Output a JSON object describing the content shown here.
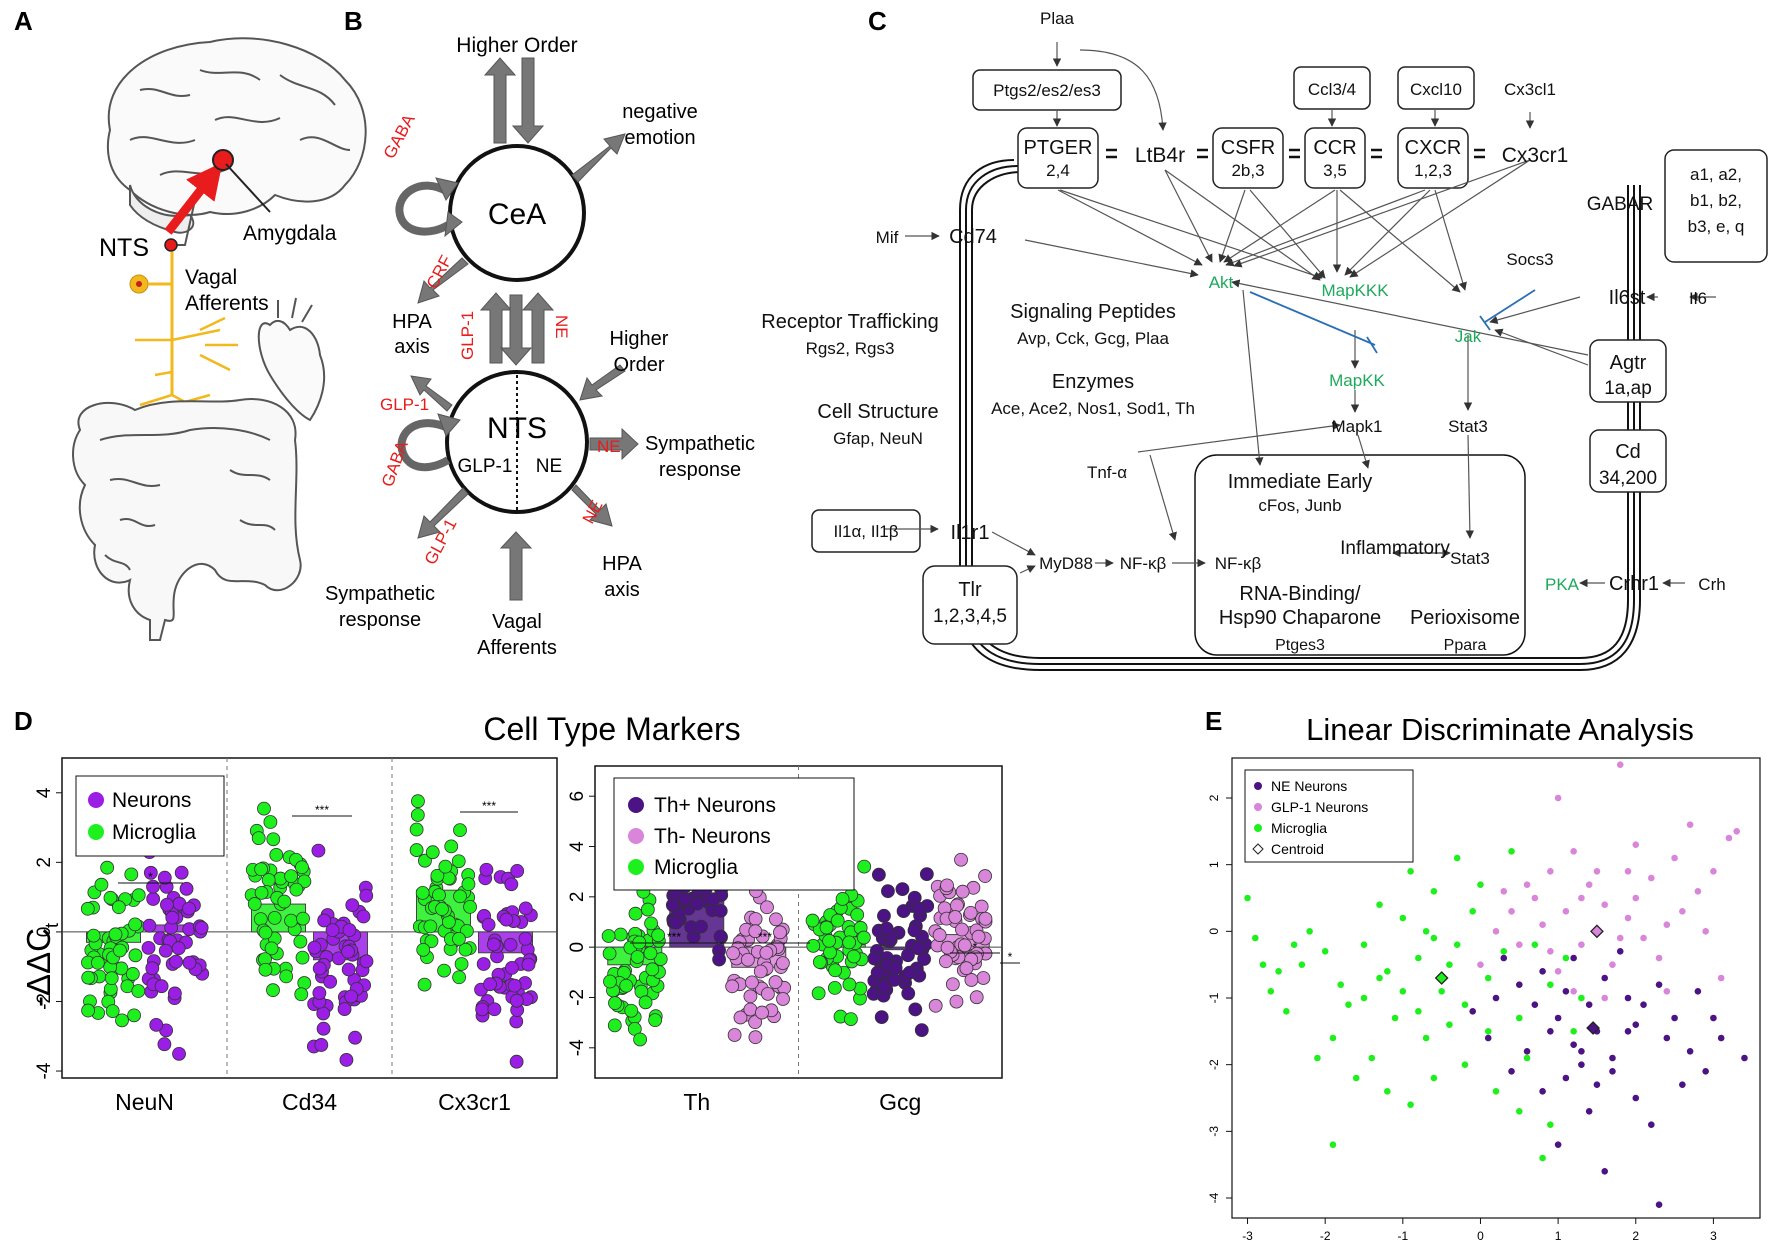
{
  "panels": {
    "a": {
      "letter": "A",
      "labels": {
        "nts": "NTS",
        "amygdala": "Amygdala",
        "vagal_line1": "Vagal",
        "vagal_line2": "Afferents"
      }
    },
    "b": {
      "letter": "B",
      "cea": "CeA",
      "nts": "NTS",
      "glp1": "GLP-1",
      "ne": "NE",
      "higher_order_top": "Higher Order",
      "negative_emotion_l1": "negative",
      "negative_emotion_l2": "emotion",
      "hpa_left_l1": "HPA",
      "hpa_left_l2": "axis",
      "higher_order_right_l1": "Higher",
      "higher_order_right_l2": "Order",
      "symp_right_l1": "Sympathetic",
      "symp_right_l2": "response",
      "hpa_right_l1": "HPA",
      "hpa_right_l2": "axis",
      "vagal_l1": "Vagal",
      "vagal_l2": "Afferents",
      "symp_left_l1": "Sympathetic",
      "symp_left_l2": "response",
      "red": {
        "gaba": "GABA",
        "crf": "CRF",
        "glp1": "GLP-1",
        "ne": "NE"
      }
    },
    "c": {
      "letter": "C",
      "plaa": "Plaa",
      "ptgs": "Ptgs2/es2/es3",
      "ccl": "Ccl3/4",
      "cxcl10": "Cxcl10",
      "cx3cl1": "Cx3cl1",
      "ptger": [
        "PTGER",
        "2,4"
      ],
      "ltb4r": "LtB4r",
      "csfr": [
        "CSFR",
        "2b,3"
      ],
      "ccr": [
        "CCR",
        "3,5"
      ],
      "cxcr": [
        "CXCR",
        "1,2,3"
      ],
      "cx3cr1": "Cx3cr1",
      "gabar": "GABAR",
      "gabar_sub": [
        "a1, a2,",
        "b1, b2,",
        "b3, e, q"
      ],
      "mif": "Mif",
      "cd74": "Cd74",
      "akt": "Akt",
      "mapkkk": "MapKKK",
      "socs3": "Socs3",
      "jak": "Jak",
      "il6st": "Il6st",
      "il6": "Il6",
      "receptor_trafficking": "Receptor Trafficking",
      "rgs": "Rgs2, Rgs3",
      "signaling_peptides": "Signaling Peptides",
      "peptides": "Avp, Cck, Gcg, Plaa",
      "enzymes": "Enzymes",
      "enzyme_list": "Ace, Ace2, Nos1, Sod1, Th",
      "mapkk": "MapKK",
      "agtr": [
        "Agtr",
        "1a,ap"
      ],
      "cell_structure": "Cell Structure",
      "gfap": "Gfap, NeuN",
      "mapk1": "Mapk1",
      "stat3_top": "Stat3",
      "cd": [
        "Cd",
        "34,200"
      ],
      "tnfa": "Tnf-α",
      "immediate_early": "Immediate Early",
      "cfos": "cFos, Junb",
      "il1": "Il1α, Il1β",
      "il1r1": "Il1r1",
      "inflammatory": "Inflammatory",
      "myd88": "MyD88",
      "nfkb1": "NF-κβ",
      "nfkb2": "NF-κβ",
      "stat3_bottom": "Stat3",
      "pka": "PKA",
      "crhr1": "Crhr1",
      "crh": "Crh",
      "tlr": [
        "Tlr",
        "1,2,3,4,5"
      ],
      "rna_binding": [
        "RNA-Binding/",
        "Hsp90 Chaparone"
      ],
      "ptges3": "Ptges3",
      "perioxisome": "Perioxisome",
      "ppara": "Ppara"
    },
    "d": {
      "letter": "D",
      "title": "Cell Type Markers",
      "ylabel": "-ΔΔC",
      "ylabel_sub": "t"
    },
    "e": {
      "letter": "E",
      "title": "Linear Discriminate Analysis"
    }
  },
  "colors": {
    "neurons": "#9a1ee6",
    "microglia": "#1ef01e",
    "th_pos": "#4b1383",
    "th_neg": "#d985d9",
    "green_text": "#1ea95c",
    "red_text": "#e81c1c",
    "inhibit": "#2a6fb5"
  },
  "chart_data": [
    {
      "type": "bar",
      "panel": "D-left",
      "categories": [
        "NeuN",
        "Cd34",
        "Cx3cr1"
      ],
      "series": [
        {
          "name": "Neurons",
          "values": [
            0.2,
            -0.8,
            -0.6
          ]
        },
        {
          "name": "Microglia",
          "values": [
            -0.3,
            0.8,
            1.2
          ]
        }
      ],
      "ylim": [
        -4.2,
        5.0
      ],
      "yticks": [
        -4,
        -2,
        0,
        2,
        4
      ],
      "significance": [
        {
          "category": "NeuN",
          "label": "*"
        },
        {
          "category": "Cd34",
          "label": "***"
        },
        {
          "category": "Cx3cr1",
          "label": "***"
        }
      ],
      "legend": [
        "Neurons",
        "Microglia"
      ]
    },
    {
      "type": "bar",
      "panel": "D-right",
      "categories": [
        "Th",
        "Gcg"
      ],
      "series": [
        {
          "name": "Microglia",
          "values": [
            -0.7,
            0.1
          ]
        },
        {
          "name": "Th+ Neurons",
          "values": [
            2.1,
            -0.1
          ]
        },
        {
          "name": "Th- Neurons",
          "values": [
            -0.8,
            0.5
          ]
        }
      ],
      "ylim": [
        -5.2,
        7.2
      ],
      "yticks": [
        -4,
        -2,
        0,
        2,
        4,
        6
      ],
      "significance": [
        {
          "category": "Th",
          "label": "***"
        },
        {
          "category": "Th",
          "label": "***"
        },
        {
          "category": "Gcg",
          "label": "*"
        },
        {
          "category": "Gcg",
          "label": "*"
        }
      ],
      "legend": [
        "Th+ Neurons",
        "Th- Neurons",
        "Microglia"
      ]
    },
    {
      "type": "scatter",
      "panel": "E",
      "xlim": [
        -3.2,
        3.6
      ],
      "ylim": [
        -4.3,
        2.6
      ],
      "xticks": [
        -3,
        -2,
        -1,
        0,
        1,
        2,
        3
      ],
      "yticks": [
        -4,
        -3,
        -2,
        -1,
        0,
        1,
        2
      ],
      "legend": [
        "NE Neurons",
        "GLP-1 Neurons",
        "Microglia",
        "Centroid"
      ],
      "centroids": [
        {
          "series": "NE Neurons",
          "x": 1.45,
          "y": -1.45
        },
        {
          "series": "GLP-1 Neurons",
          "x": 1.5,
          "y": 0.0
        },
        {
          "series": "Microglia",
          "x": -0.5,
          "y": -0.7
        }
      ],
      "series": [
        {
          "name": "NE Neurons",
          "points": [
            [
              -0.1,
              -1.2
            ],
            [
              0.2,
              -1.0
            ],
            [
              0.5,
              -0.8
            ],
            [
              0.8,
              -0.6
            ],
            [
              1.0,
              -1.3
            ],
            [
              1.2,
              -1.7
            ],
            [
              1.3,
              -2.0
            ],
            [
              1.5,
              -2.3
            ],
            [
              1.7,
              -1.9
            ],
            [
              1.9,
              -1.5
            ],
            [
              2.1,
              -1.1
            ],
            [
              2.3,
              -0.8
            ],
            [
              2.5,
              -1.3
            ],
            [
              2.7,
              -1.8
            ],
            [
              2.9,
              -2.1
            ],
            [
              3.1,
              -1.6
            ],
            [
              3.4,
              -1.9
            ],
            [
              1.1,
              -0.9
            ],
            [
              0.9,
              -1.5
            ],
            [
              0.6,
              -1.8
            ],
            [
              0.4,
              -2.1
            ],
            [
              0.1,
              -1.6
            ],
            [
              1.4,
              -1.1
            ],
            [
              1.6,
              -0.7
            ],
            [
              1.8,
              -0.3
            ],
            [
              2.0,
              -2.5
            ],
            [
              2.2,
              -2.9
            ],
            [
              1.6,
              -3.6
            ],
            [
              2.3,
              -4.1
            ],
            [
              1.0,
              -3.2
            ],
            [
              1.4,
              -2.7
            ],
            [
              0.8,
              -2.4
            ],
            [
              2.6,
              -2.3
            ],
            [
              2.8,
              -0.9
            ],
            [
              3.0,
              -1.3
            ],
            [
              1.3,
              -1.8
            ],
            [
              1.9,
              -1.0
            ],
            [
              1.1,
              -2.2
            ],
            [
              0.7,
              -1.1
            ],
            [
              2.4,
              -1.6
            ],
            [
              1.5,
              -1.5
            ],
            [
              1.7,
              -2.1
            ],
            [
              2.0,
              -1.4
            ],
            [
              1.2,
              -0.4
            ],
            [
              0.3,
              -0.4
            ]
          ]
        },
        {
          "name": "GLP-1 Neurons",
          "points": [
            [
              1.8,
              2.5
            ],
            [
              1.0,
              2.0
            ],
            [
              1.2,
              1.2
            ],
            [
              1.4,
              0.7
            ],
            [
              1.6,
              0.4
            ],
            [
              1.9,
              0.2
            ],
            [
              2.1,
              -0.1
            ],
            [
              2.4,
              0.1
            ],
            [
              2.6,
              0.3
            ],
            [
              2.8,
              0.6
            ],
            [
              3.0,
              0.9
            ],
            [
              3.2,
              1.4
            ],
            [
              2.7,
              1.6
            ],
            [
              2.5,
              1.1
            ],
            [
              2.2,
              0.8
            ],
            [
              2.0,
              1.3
            ],
            [
              0.9,
              0.9
            ],
            [
              0.7,
              0.5
            ],
            [
              0.4,
              0.3
            ],
            [
              0.2,
              0.0
            ],
            [
              0.5,
              -0.2
            ],
            [
              0.8,
              0.1
            ],
            [
              1.1,
              0.3
            ],
            [
              1.3,
              -0.2
            ],
            [
              1.7,
              -0.5
            ],
            [
              2.3,
              -0.4
            ],
            [
              0.0,
              -0.5
            ],
            [
              0.6,
              0.7
            ],
            [
              1.5,
              0.9
            ],
            [
              1.8,
              -0.1
            ],
            [
              2.9,
              0.0
            ],
            [
              3.1,
              -0.7
            ],
            [
              0.3,
              0.6
            ],
            [
              1.0,
              -0.6
            ],
            [
              1.6,
              -1.0
            ],
            [
              1.3,
              0.5
            ],
            [
              2.0,
              0.5
            ],
            [
              0.9,
              -0.3
            ],
            [
              3.3,
              1.5
            ],
            [
              2.4,
              -0.9
            ],
            [
              1.9,
              0.9
            ],
            [
              1.2,
              -0.9
            ]
          ]
        },
        {
          "name": "Microglia",
          "points": [
            [
              -3.0,
              0.5
            ],
            [
              -2.9,
              -0.1
            ],
            [
              -2.7,
              -0.9
            ],
            [
              -2.5,
              -1.2
            ],
            [
              -2.3,
              -0.5
            ],
            [
              -2.2,
              0.0
            ],
            [
              -2.0,
              -0.3
            ],
            [
              -1.8,
              -0.8
            ],
            [
              -1.9,
              -1.6
            ],
            [
              -1.7,
              -1.1
            ],
            [
              -1.5,
              -0.2
            ],
            [
              -1.3,
              0.4
            ],
            [
              -1.2,
              -0.6
            ],
            [
              -1.1,
              -1.3
            ],
            [
              -1.0,
              -0.9
            ],
            [
              -0.8,
              -0.4
            ],
            [
              -0.7,
              0.0
            ],
            [
              -0.6,
              0.6
            ],
            [
              -0.5,
              -0.9
            ],
            [
              -0.4,
              -1.4
            ],
            [
              -0.3,
              -0.2
            ],
            [
              -0.1,
              0.3
            ],
            [
              0.0,
              0.7
            ],
            [
              0.1,
              -0.7
            ],
            [
              0.3,
              -0.3
            ],
            [
              0.5,
              -1.3
            ],
            [
              0.7,
              -0.2
            ],
            [
              0.9,
              -0.8
            ],
            [
              1.1,
              -0.4
            ],
            [
              -1.4,
              -1.9
            ],
            [
              -1.6,
              -2.2
            ],
            [
              -1.2,
              -2.4
            ],
            [
              -0.9,
              -2.6
            ],
            [
              -0.6,
              -2.2
            ],
            [
              -0.2,
              -2.0
            ],
            [
              0.2,
              -2.4
            ],
            [
              0.5,
              -2.7
            ],
            [
              0.8,
              -3.4
            ],
            [
              -1.9,
              -3.2
            ],
            [
              -2.1,
              -1.9
            ],
            [
              -0.9,
              0.9
            ],
            [
              -1.1,
              1.6
            ],
            [
              -0.3,
              1.1
            ],
            [
              0.4,
              1.2
            ],
            [
              -2.6,
              -0.6
            ],
            [
              -1.5,
              -1.0
            ],
            [
              -0.7,
              -1.6
            ],
            [
              -0.2,
              -1.1
            ],
            [
              0.6,
              -1.9
            ],
            [
              -1.3,
              -0.7
            ],
            [
              -2.4,
              -0.2
            ],
            [
              -0.8,
              -1.2
            ],
            [
              0.1,
              -1.5
            ],
            [
              -0.4,
              -0.5
            ],
            [
              1.3,
              -1.0
            ],
            [
              -1.0,
              0.2
            ],
            [
              -0.6,
              -0.1
            ],
            [
              1.2,
              -1.5
            ],
            [
              0.9,
              -2.9
            ],
            [
              -2.8,
              -0.5
            ]
          ]
        }
      ]
    }
  ]
}
